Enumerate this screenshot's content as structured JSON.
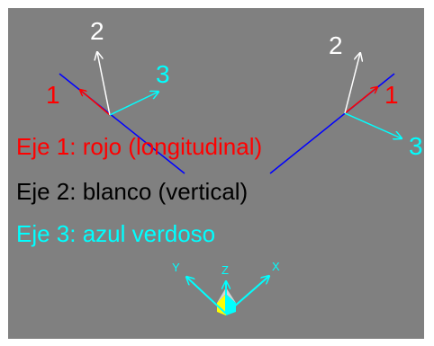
{
  "colors": {
    "background": "#808080",
    "axis_1": "#ff0000",
    "axis_2": "#ffffff",
    "axis_3": "#00ffff",
    "member_line": "#0000ff",
    "legend_black": "#000000"
  },
  "left_element": {
    "axis_1_label": "1",
    "axis_2_label": "2",
    "axis_3_label": "3"
  },
  "right_element": {
    "axis_1_label": "1",
    "axis_2_label": "2",
    "axis_3_label": "3"
  },
  "legend": {
    "line_1": "Eje 1: rojo (longitudinal)",
    "line_2": "Eje 2: blanco (vertical)",
    "line_3": "Eje 3: azul verdoso"
  },
  "global_triad": {
    "y_label": "Y",
    "z_label": "Z",
    "x_label": "X"
  }
}
